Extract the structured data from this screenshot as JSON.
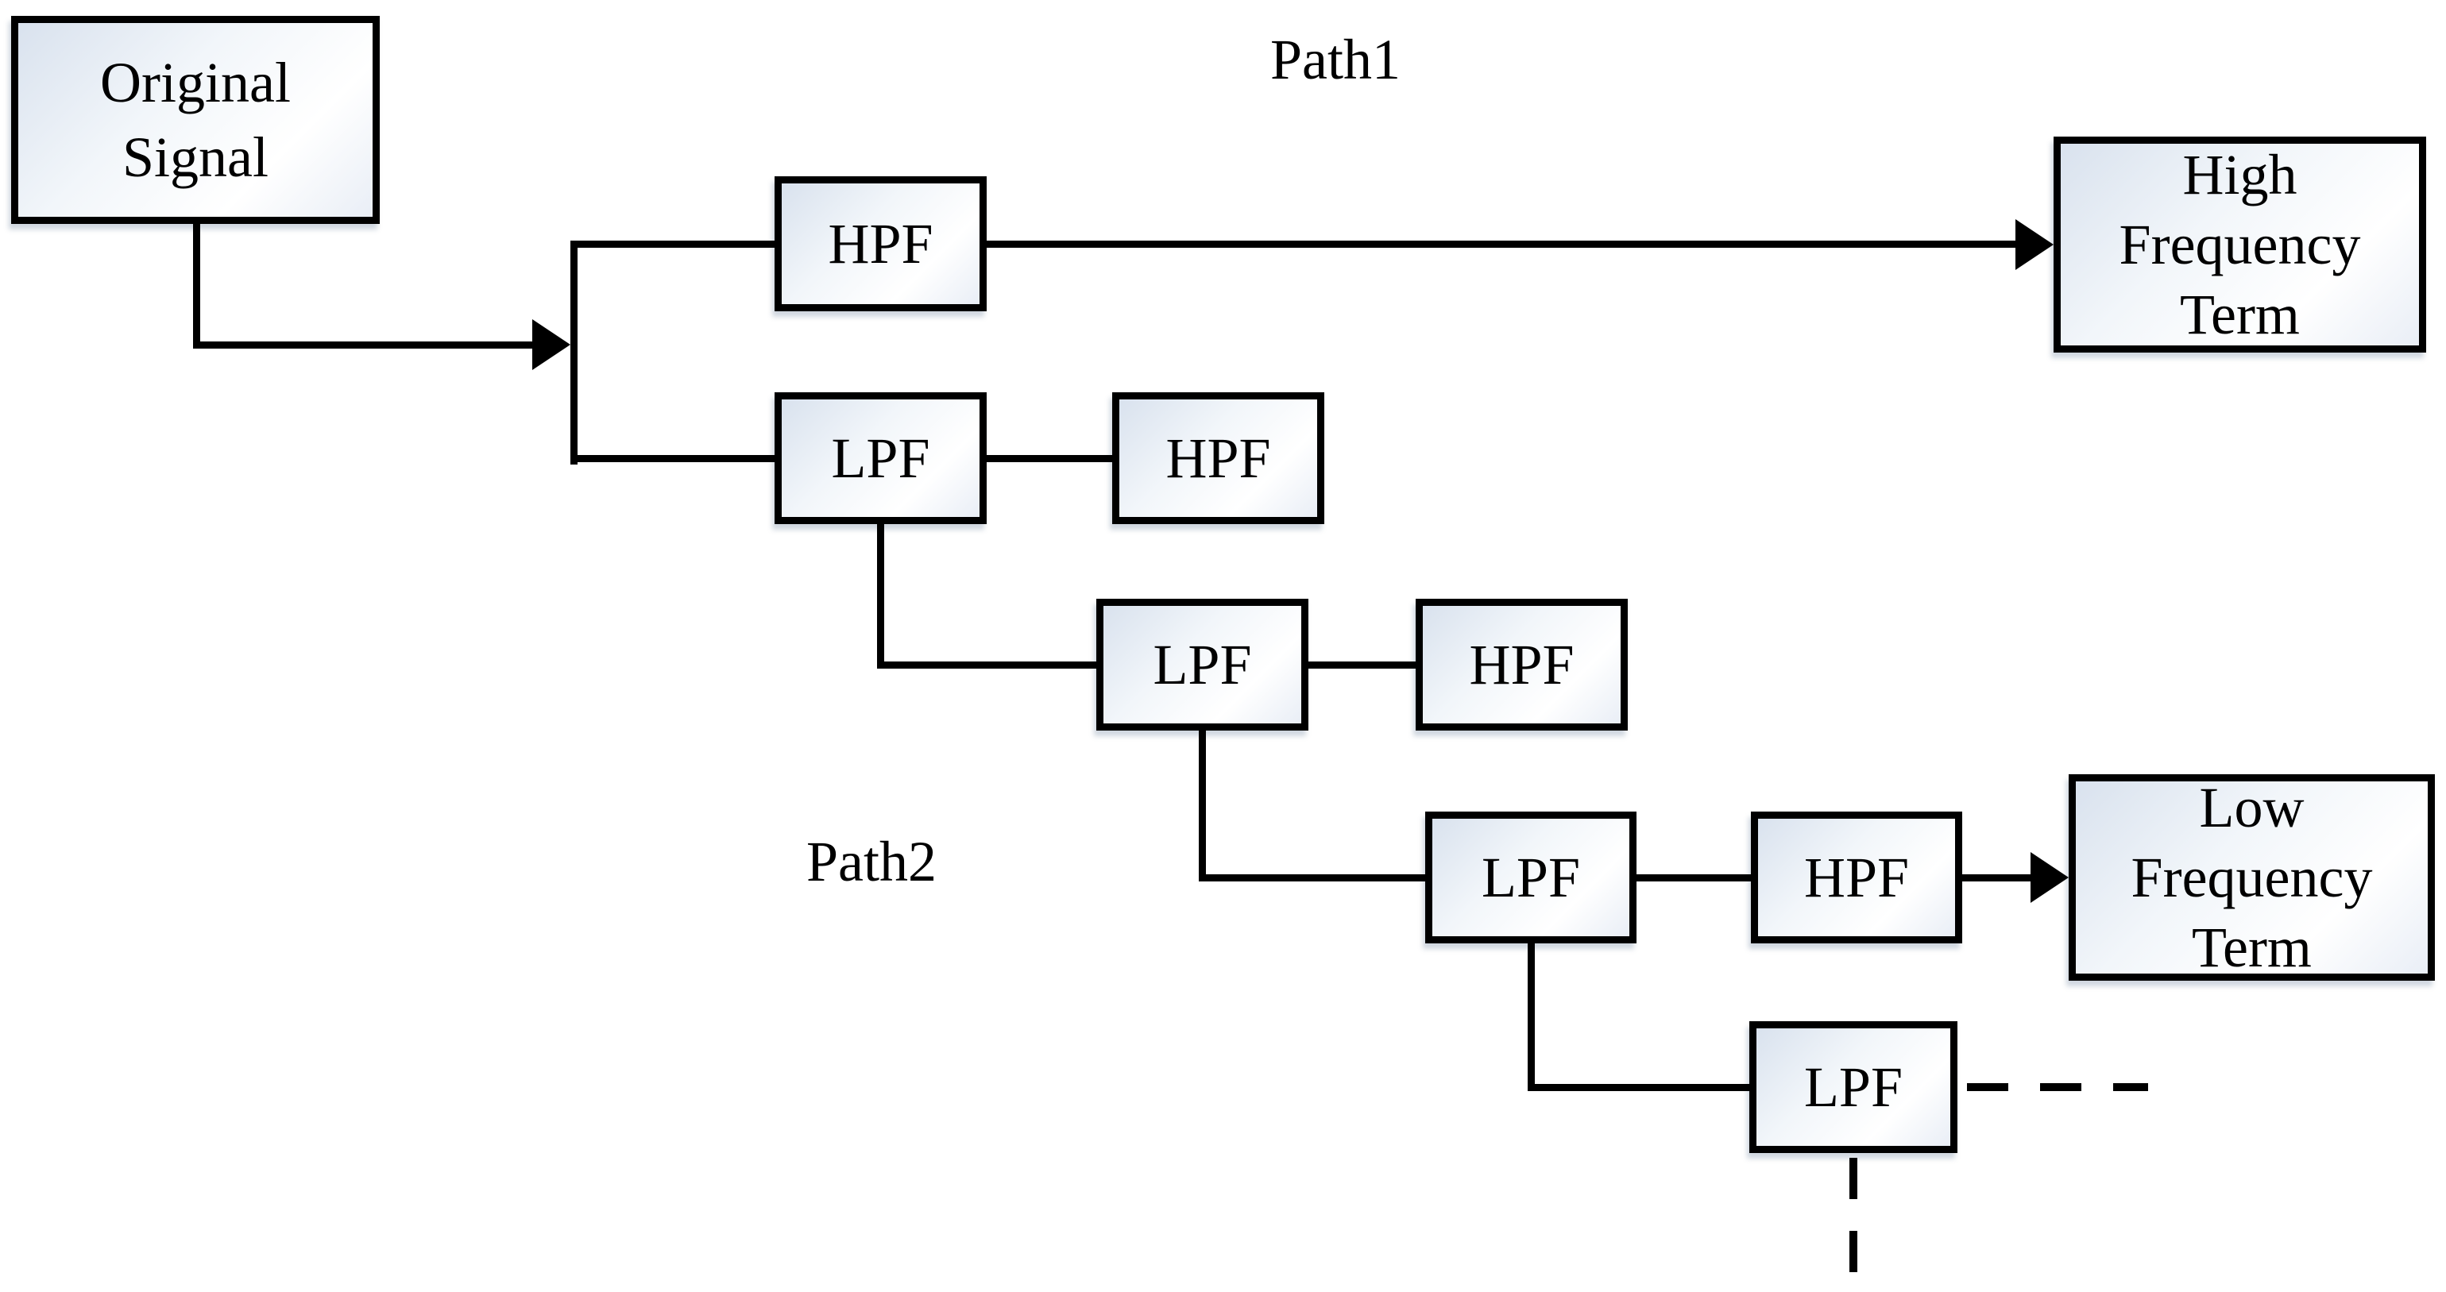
{
  "diagram_type": "signal-flow filter bank decomposition",
  "path_labels": {
    "path1": "Path1",
    "path2": "Path2"
  },
  "boxes": {
    "original_signal": {
      "line1": "Original",
      "line2": "Signal"
    },
    "hpf1": {
      "label": "HPF"
    },
    "lpf1": {
      "label": "LPF"
    },
    "hpf2": {
      "label": "HPF"
    },
    "lpf2": {
      "label": "LPF"
    },
    "hpf3": {
      "label": "HPF"
    },
    "lpf3": {
      "label": "LPF"
    },
    "hpf4": {
      "label": "HPF"
    },
    "lpf4": {
      "label": "LPF"
    },
    "high_frequency_term": {
      "line1": "High",
      "line2": "Frequency",
      "line3": "Term"
    },
    "low_frequency_term": {
      "line1": "Low",
      "line2": "Frequency",
      "line3": "Term"
    }
  },
  "edges": [
    {
      "from": "original_signal",
      "to": "branch-point",
      "style": "solid-elbow",
      "arrowhead": true
    },
    {
      "from": "branch-point",
      "to": "hpf1",
      "style": "solid",
      "arrowhead": false
    },
    {
      "from": "branch-point",
      "to": "lpf1",
      "style": "solid",
      "arrowhead": false
    },
    {
      "from": "hpf1",
      "to": "high_frequency_term",
      "style": "solid",
      "arrowhead": true
    },
    {
      "from": "lpf1",
      "to": "hpf2",
      "style": "solid",
      "arrowhead": false
    },
    {
      "from": "lpf1",
      "to": "lpf2",
      "style": "solid-elbow",
      "arrowhead": false
    },
    {
      "from": "lpf2",
      "to": "hpf3",
      "style": "solid",
      "arrowhead": false
    },
    {
      "from": "lpf2",
      "to": "lpf3",
      "style": "solid-elbow",
      "arrowhead": false
    },
    {
      "from": "lpf3",
      "to": "hpf4",
      "style": "solid",
      "arrowhead": false
    },
    {
      "from": "hpf4",
      "to": "low_frequency_term",
      "style": "solid",
      "arrowhead": true
    },
    {
      "from": "lpf3",
      "to": "lpf4",
      "style": "solid-elbow",
      "arrowhead": false
    },
    {
      "from": "lpf4",
      "to": "continuation-right",
      "style": "dashed",
      "arrowhead": false
    },
    {
      "from": "lpf4",
      "to": "continuation-down",
      "style": "dashed",
      "arrowhead": false
    }
  ],
  "colors": {
    "background": "#ffffff",
    "line": "#000000",
    "box_border": "#000000",
    "box_fill_light": "#d9e2ee",
    "box_fill_white": "#ffffff",
    "text": "#000000",
    "shadow": "rgba(110,130,160,0.32)"
  }
}
